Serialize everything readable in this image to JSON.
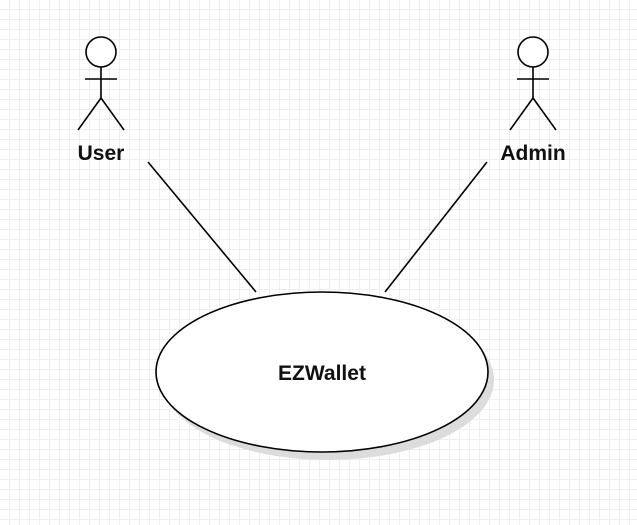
{
  "diagram": {
    "actors": [
      {
        "name": "User"
      },
      {
        "name": "Admin"
      }
    ],
    "use_case": {
      "name": "EZWallet"
    },
    "colors": {
      "stroke": "#000000",
      "fill": "#ffffff",
      "shadow": "#dcdcdc",
      "grid_minor": "#efefef",
      "grid_major": "#e2e2e2"
    }
  }
}
